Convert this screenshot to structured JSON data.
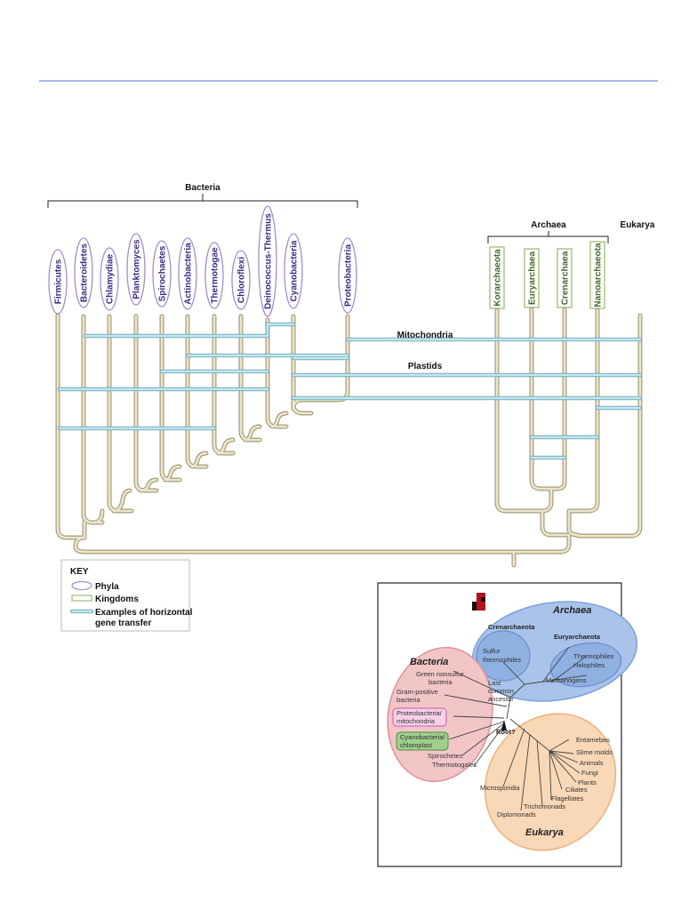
{
  "tree": {
    "bacteria_label": "Bacteria",
    "archaea_label": "Archaea",
    "eukarya_label": "Eukarya",
    "mitochondria_label": "Mitochondria",
    "plastids_label": "Plastids",
    "phyla": [
      "Firmicutes",
      "Bacteroidetes",
      "Chlamydiae",
      "Planktomyces",
      "Spirochaetes",
      "Actinobacteria",
      "Thermotogae",
      "Chloroflexi",
      "Deinococcus-Thermus",
      "Cyanobacteria",
      "Proteobacteria"
    ],
    "kingdoms": [
      "Korarchaeota",
      "Euryarchaea",
      "Crenarchaea",
      "Nanoarchaeota"
    ]
  },
  "key": {
    "title": "KEY",
    "phyla": "Phyla",
    "kingdoms": "Kingdoms",
    "transfer_line1": "Examples of horizontal",
    "transfer_line2": "gene transfer"
  },
  "inset": {
    "archaea": "Archaea",
    "crenarchaeota": "Crenarchaeota",
    "euryarchaeota": "Euryarchaeota",
    "sulfur1": "Sulfur",
    "sulfur2": "thermophiles",
    "thermophiles": "Thermophiles",
    "halophiles": "Halophiles",
    "methanogens": "Methanogens",
    "bacteria": "Bacteria",
    "green1": "Green nonsulfur",
    "green2": "bacteria",
    "gram1": "Gram-positive",
    "gram2": "bacteria",
    "proteo1": "Proteobacteria/",
    "proteo2": "mitochondria",
    "cyano1": "Cyanobacteria/",
    "cyano2": "chloroplast",
    "spirochetes": "Spirochetes",
    "thermotogales": "Thermotogales",
    "last1": "Last",
    "last2": "common",
    "last3": "ancestor",
    "root": "Root?",
    "entamebas": "Entamebas",
    "slime": "Slime molds",
    "animals": "Animals",
    "fungi": "Fungi",
    "plants": "Plants",
    "ciliates": "Ciliates",
    "flagellates": "Flagellates",
    "trichomonads": "Trichomonads",
    "microsporidia": "Microsporidia",
    "diplomonads": "Diplomonads",
    "eukarya": "Eukarya"
  },
  "colors": {
    "header_rule": "#6f8fdc",
    "branch": "#cfc8a6",
    "transfer": "#a9d8e2",
    "phylum_border": "#a88bd0",
    "kingdom_border": "#9bbf74",
    "inset_archaea": "#7ea2d8",
    "inset_bacteria": "#eba3a8",
    "inset_eukarya": "#f6c898"
  }
}
